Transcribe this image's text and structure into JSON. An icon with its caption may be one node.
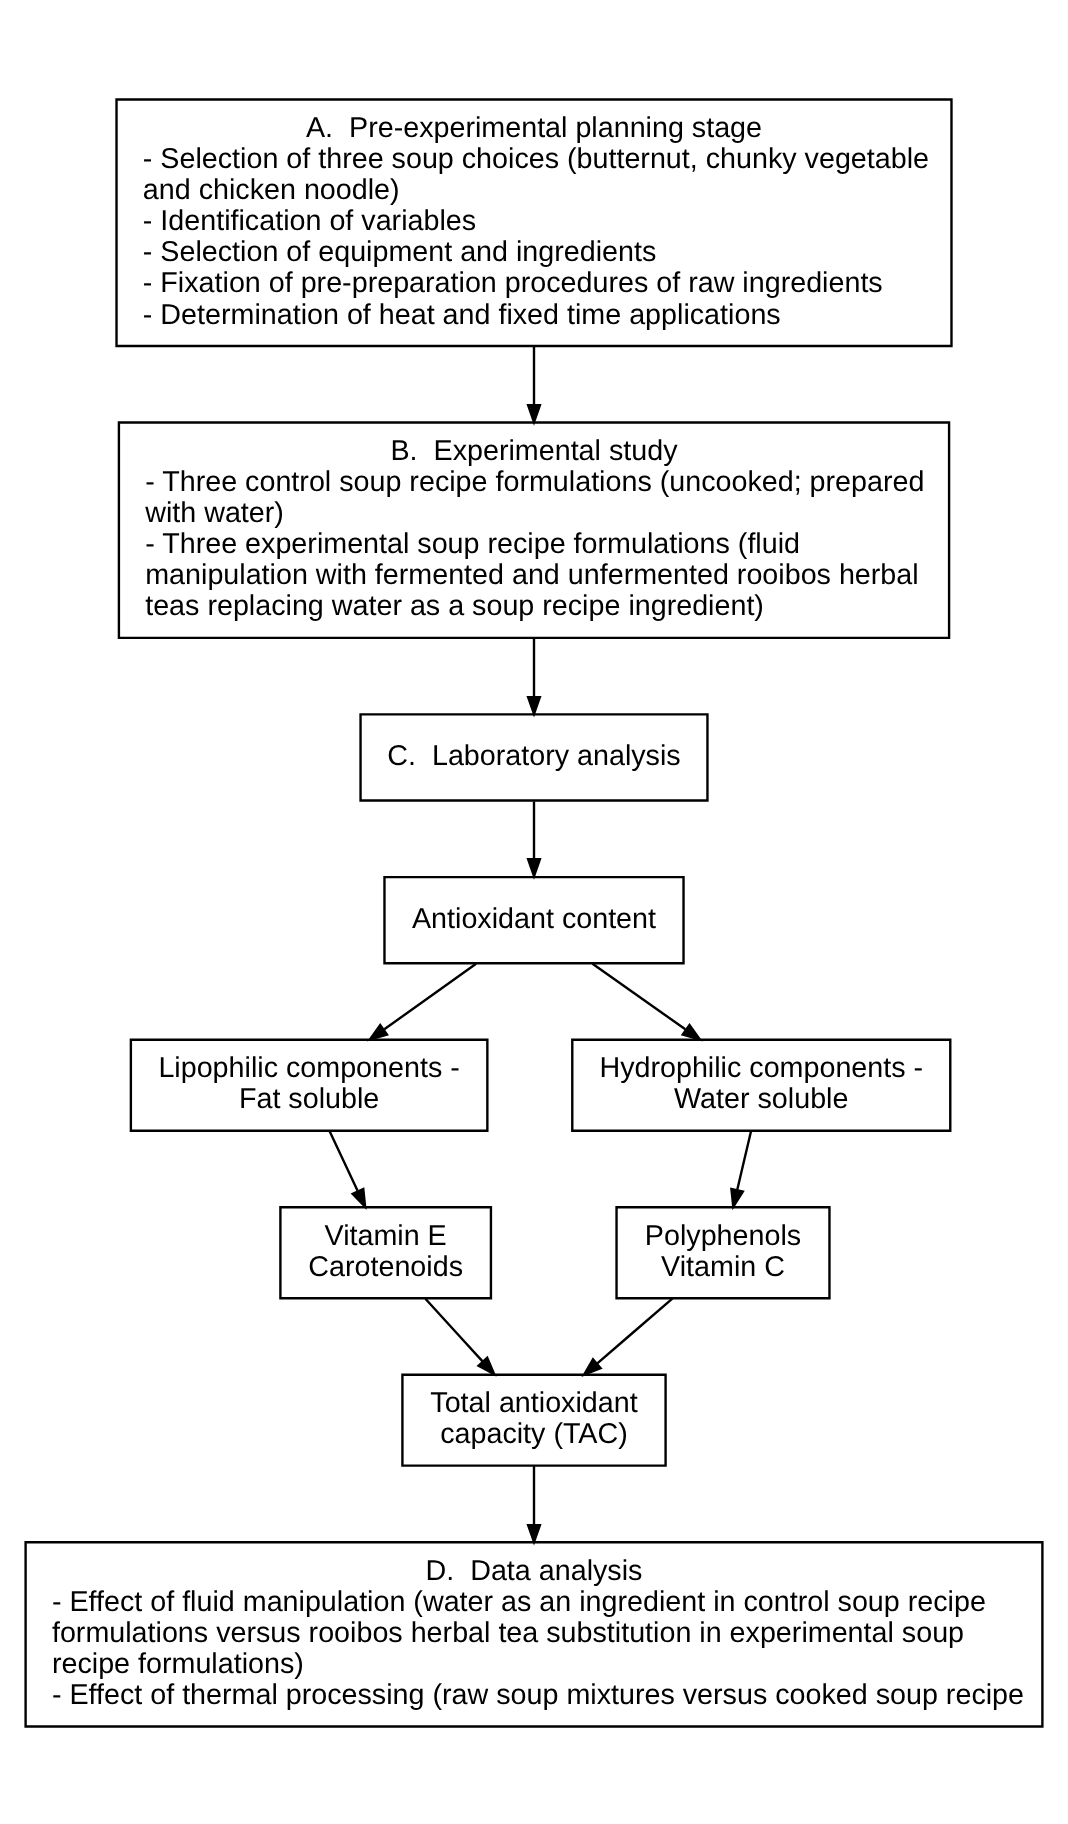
{
  "diagram": {
    "nodes": [
      {
        "text": [
          "A.  Pre-experimental planning stage",
          "- Selection of three soup choices (butternut, chunky vegetable and chicken noodle)",
          "- Identification of variables",
          "- Selection of equipment and ingredients",
          "- Fixation of pre-preparation procedures of raw ingredients",
          "- Determination of heat and fixed time applications"
        ]
      },
      {
        "text": [
          "B.  Experimental study",
          "- Three control soup recipe formulations (uncooked; prepared with water)",
          "- Three experimental soup recipe formulations (fluid manipulation with fermented and unfermented rooibos herbal teas replacing water as a soup recipe ingredient)"
        ]
      },
      {
        "text": [
          "C.  Laboratory analysis"
        ]
      },
      {
        "text": [
          "Antioxidant content"
        ]
      },
      {
        "text": [
          "Lipophilic components - Fat soluble"
        ]
      },
      {
        "text": [
          "Hydrophilic components - Water soluble"
        ]
      },
      {
        "text": [
          "Vitamin E Carotenoids"
        ]
      },
      {
        "text": [
          "Polyphenols Vitamin C"
        ]
      },
      {
        "text": [
          "Total antioxidant capacity (TAC)"
        ]
      },
      {
        "text": [
          "D.  Data analysis",
          "- Effect of fluid manipulation (water as an ingredient in control soup recipe formulations versus rooibos herbal tea substitution in experimental soup recipe formulations)",
          "- Effect of thermal processing (raw soup mixtures versus cooked soup recipe"
        ]
      }
    ],
    "edges": [
      {
        "from": 0,
        "to": 1,
        "arrow": "to"
      },
      {
        "from": 1,
        "to": 2,
        "arrow": "to"
      },
      {
        "from": 2,
        "to": 3,
        "arrow": "to"
      },
      {
        "from": 3,
        "to": 4,
        "arrow": "to"
      },
      {
        "from": 3,
        "to": 5,
        "arrow": "to"
      },
      {
        "from": 4,
        "to": 6,
        "arrow": "to"
      },
      {
        "from": 5,
        "to": 7,
        "arrow": "to"
      },
      {
        "from": 6,
        "to": 8,
        "arrow": "to"
      },
      {
        "from": 7,
        "to": 8,
        "arrow": "to"
      },
      {
        "from": 8,
        "to": 9,
        "arrow": "to"
      }
    ]
  }
}
